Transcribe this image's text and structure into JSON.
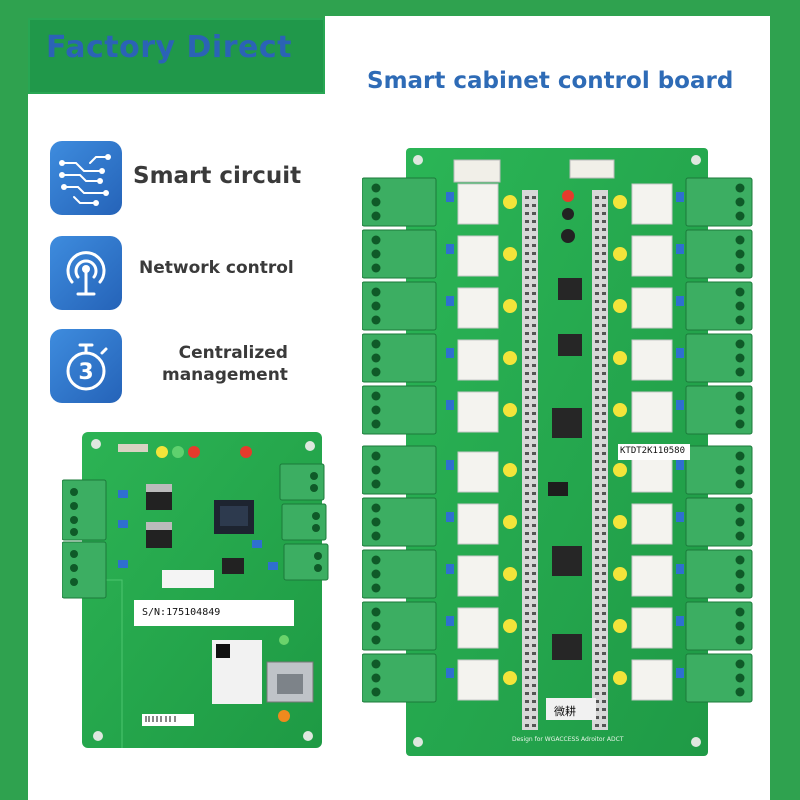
{
  "banner": {
    "badge_text": "Factory Direct",
    "headline": "Smart cabinet control board"
  },
  "features": [
    {
      "label": "Smart circuit",
      "icon": "circuit-icon"
    },
    {
      "label": "Network control",
      "icon": "antenna-icon"
    },
    {
      "label": "Centralized management",
      "icon": "stopwatch-icon",
      "line1": "Centralized",
      "line2": "management"
    }
  ],
  "small_board": {
    "serial_label": "S/N:175104849"
  },
  "large_board": {
    "tag_label": "KTDT2K110580",
    "maker_label": "微耕",
    "design_line": "Design for WGACCESS Adroitor ADCT"
  },
  "colors": {
    "frame_green": "#2fa24f",
    "badge_text_blue": "#2b63b6",
    "headline_blue": "#2e6bb6",
    "icon_blue": "#2f74c9",
    "pcb_green": "#22a548",
    "terminal_green": "#3cae62"
  }
}
